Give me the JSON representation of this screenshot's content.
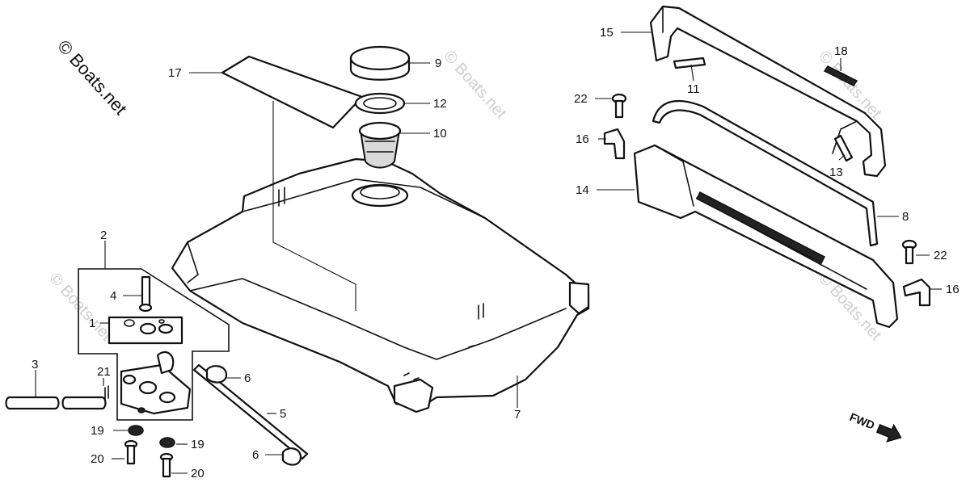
{
  "copyright": "© Boats.net",
  "watermark": "© Boats.net",
  "fwd_label": "FWD",
  "callouts": [
    "1",
    "2",
    "3",
    "4",
    "5",
    "6",
    "6",
    "7",
    "8",
    "9",
    "10",
    "11",
    "12",
    "13",
    "14",
    "15",
    "16",
    "16",
    "17",
    "18",
    "19",
    "19",
    "20",
    "20",
    "21",
    "22",
    "22"
  ]
}
